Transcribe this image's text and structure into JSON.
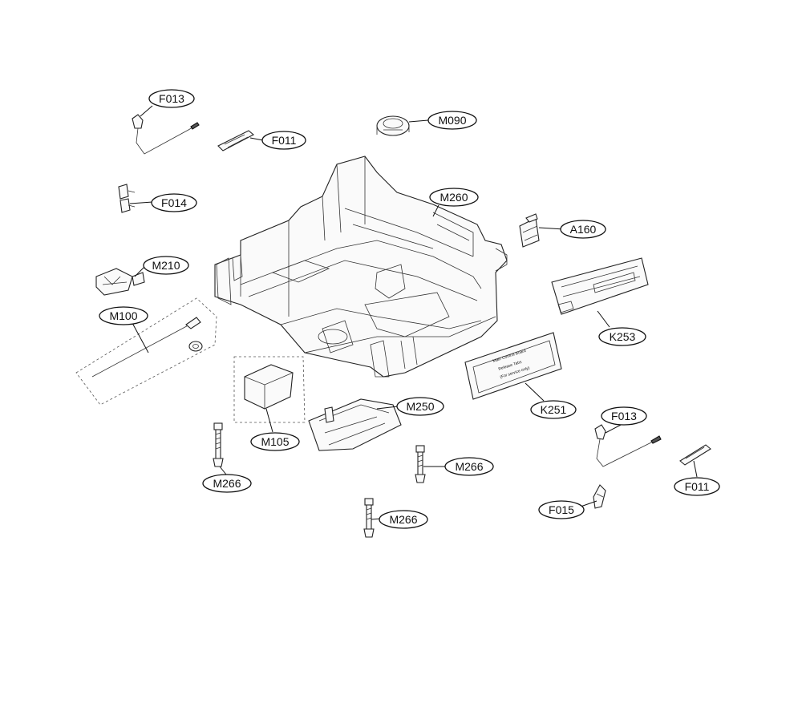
{
  "parts": [
    {
      "id": "f013-left",
      "label": "F013"
    },
    {
      "id": "f011-left",
      "label": "F011"
    },
    {
      "id": "m090",
      "label": "M090"
    },
    {
      "id": "f014",
      "label": "F014"
    },
    {
      "id": "m260",
      "label": "M260"
    },
    {
      "id": "a160",
      "label": "A160"
    },
    {
      "id": "m210",
      "label": "M210"
    },
    {
      "id": "m100",
      "label": "M100"
    },
    {
      "id": "k253",
      "label": "K253"
    },
    {
      "id": "m250",
      "label": "M250"
    },
    {
      "id": "k251",
      "label": "K251"
    },
    {
      "id": "m105",
      "label": "M105"
    },
    {
      "id": "f013-right",
      "label": "F013"
    },
    {
      "id": "m266-left",
      "label": "M266"
    },
    {
      "id": "m266-middle",
      "label": "M266"
    },
    {
      "id": "f011-right",
      "label": "F011"
    },
    {
      "id": "f015",
      "label": "F015"
    },
    {
      "id": "m266-bottom",
      "label": "M266"
    }
  ],
  "panel_text": [
    "Main Control Board",
    "Release Tabs",
    "(For service only)"
  ]
}
